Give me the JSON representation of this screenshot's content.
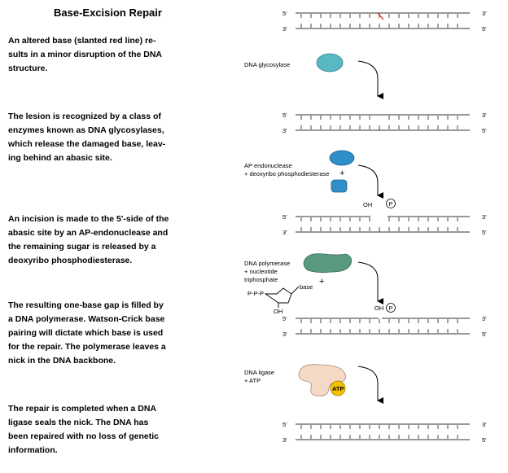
{
  "title": "Base-Excision Repair",
  "steps": [
    {
      "text": "An altered base (slanted red line) re-\nsults in a minor disruption of the DNA\nstructure."
    },
    {
      "text": "The lesion is recognized by a class of\nenzymes known as DNA glycosylases,\nwhich release the damaged base, leav-\ning behind an abasic site."
    },
    {
      "text": "An incision is made to the 5'-side of the\nabasic site by an AP-endonuclease and\nthe remaining sugar is released by a\ndeoxyribo phosphodiesterase."
    },
    {
      "text": "The resulting one-base gap is filled by\na DNA polymerase.  Watson-Crick base\npairing will dictate which base is used\nfor the repair.  The polymerase leaves a\nnick in the DNA backbone."
    },
    {
      "text": "The repair is completed when a DNA\nligase seals the nick.  The DNA has\nbeen repaired with no loss of genetic\ninformation."
    }
  ],
  "diagram": {
    "five_prime": "5′",
    "three_prime": "3′",
    "glycosylase_label": "DNA glycosylase",
    "ap_label_1": "AP endonuclease",
    "ap_label_2": "+ deoxyribo phosphodiesterase",
    "plus": "+",
    "oh": "OH",
    "p": "P",
    "polymerase_label_1": "DNA polymerase",
    "polymerase_label_2": "+ nucleotide",
    "polymerase_label_3": "triphosphate",
    "ppp": "P-P-P",
    "base": "base",
    "ligase_label_1": "DNA ligase",
    "ligase_label_2": "+ ATP",
    "atp": "ATP"
  },
  "colors": {
    "damaged_base": "#e01a1a",
    "glycosylase": "#5ab8c4",
    "ap_endonuclease": "#2e8fc9",
    "polymerase": "#5a9a7e",
    "ligase": "#f4d9c6",
    "atp": "#f2c200"
  }
}
